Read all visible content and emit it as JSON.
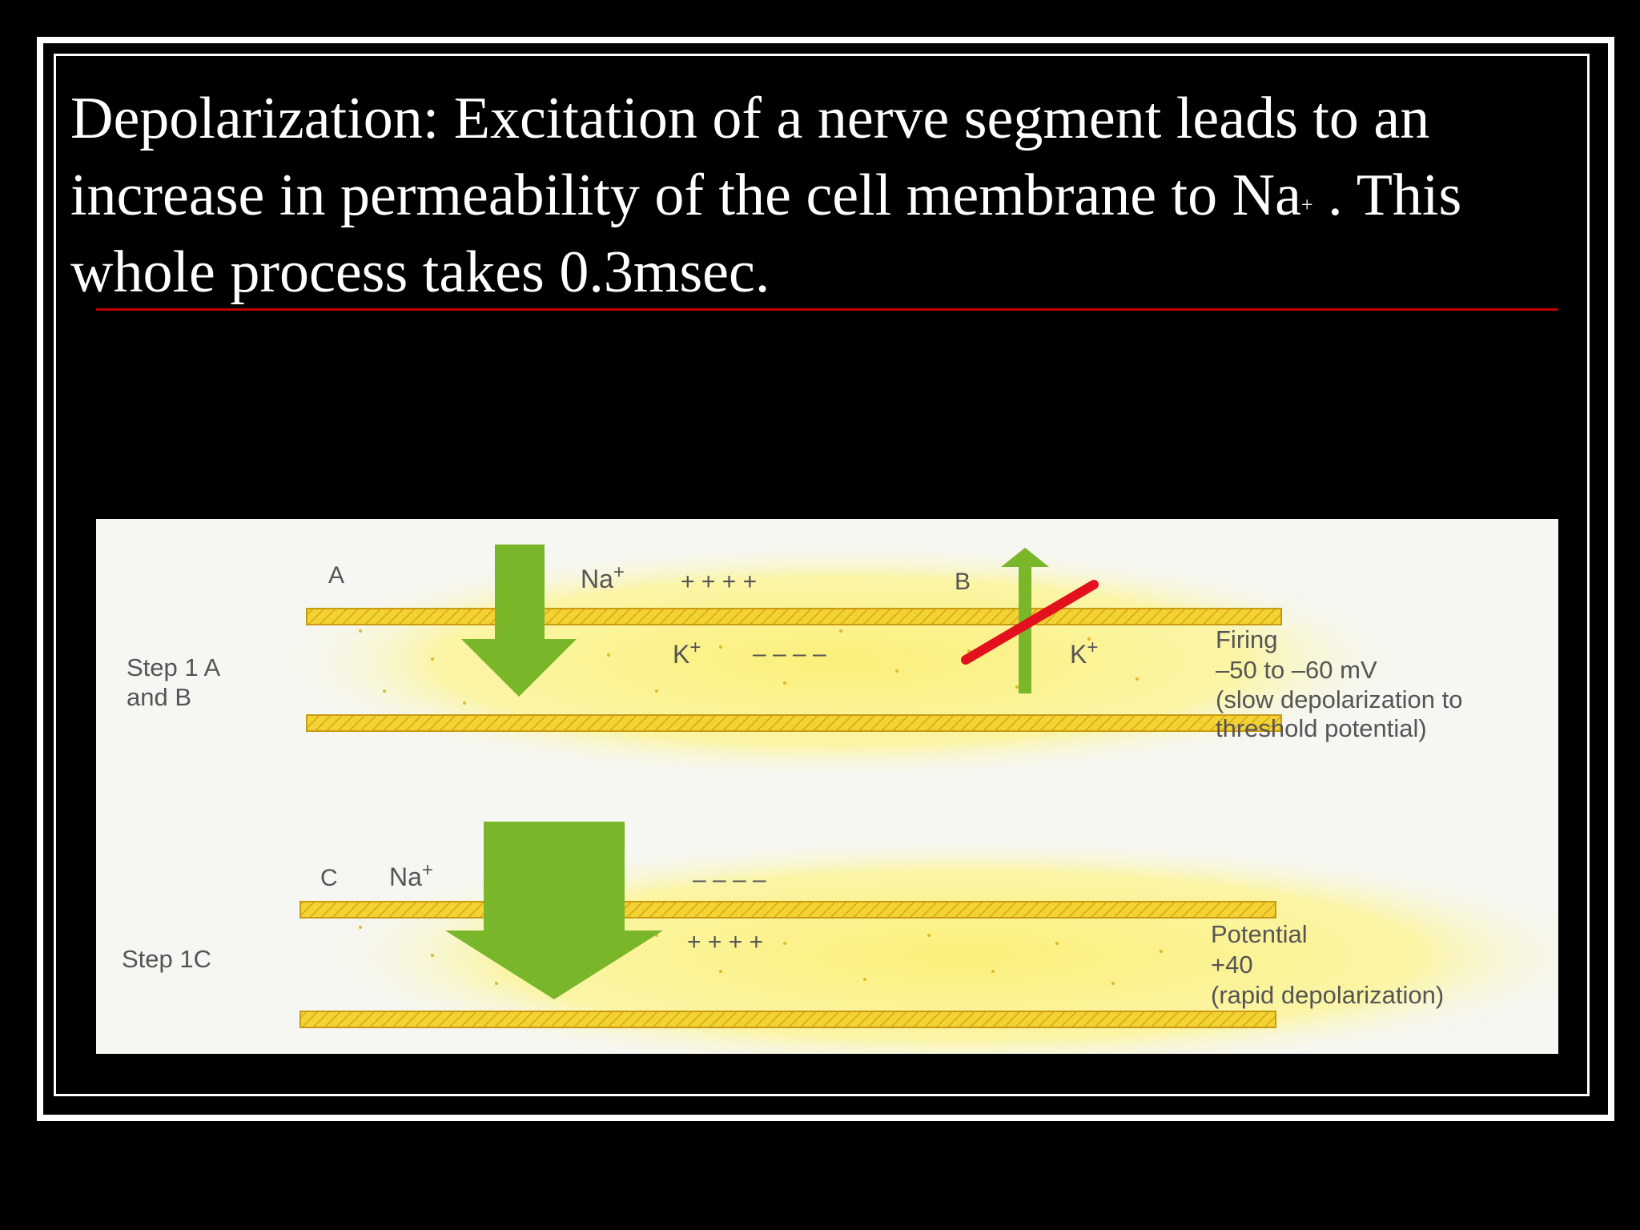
{
  "title": {
    "line1": "Depolarization: Excitation of a nerve segment leads to an",
    "line2a": "increase in permeability of the cell membrane to Na",
    "line2sup": "+",
    "line2b": " . This",
    "line3": "whole process takes 0.3msec."
  },
  "diagram": {
    "step1": {
      "label_line1": "Step 1 A",
      "label_line2": "and B",
      "marker_a": "A",
      "marker_b": "B",
      "na": "Na",
      "ion_sup": "+",
      "k_left": "K",
      "k_right": "K",
      "plus_signs": "+ + + +",
      "minus_signs": "– – – –",
      "desc_line1": "Firing",
      "desc_line2": "–50 to –60 mV",
      "desc_line3": "(slow depolarization to",
      "desc_line4": "threshold potential)"
    },
    "step2": {
      "label": "Step 1C",
      "marker_c": "C",
      "na": "Na",
      "ion_sup": "+",
      "minus_signs": "– – – –",
      "plus_signs": "+ + + +",
      "desc_line1": "Potential",
      "desc_line2": "+40",
      "desc_line3": "(rapid depolarization)"
    },
    "colors": {
      "arrow_green": "#7ab62a",
      "membrane_yellow": "#f2d333",
      "block_red": "#e3101e"
    }
  }
}
